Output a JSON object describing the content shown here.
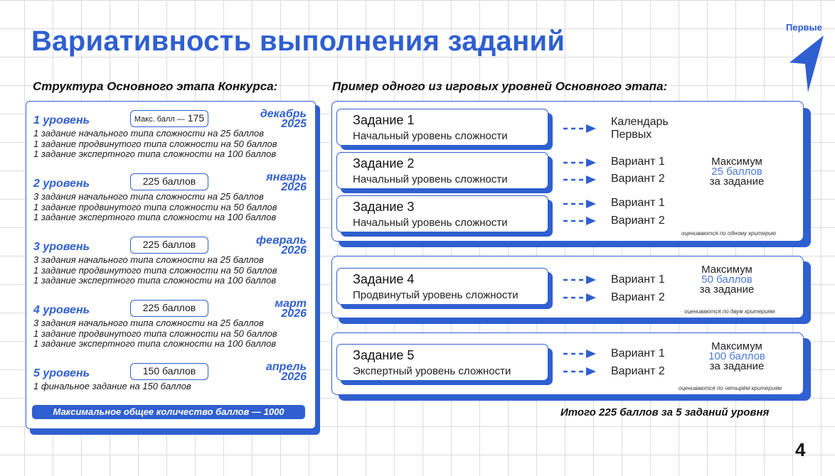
{
  "title": "Вариативность выполнения заданий",
  "logo": {
    "text": "Первые",
    "icon": "arrow-logo-icon"
  },
  "left_heading": "Структура Основного этапа Конкурса:",
  "right_heading": "Пример одного из игровых уровней Основного этапа:",
  "levels": [
    {
      "name": "1 уровень",
      "badge_small": "Макс. балл —",
      "badge_big": "175",
      "month": "декабрь",
      "year": "2025",
      "lines": [
        "1 задание начального типа сложности на 25 баллов",
        "1 задание продвинутого типа сложности на 50 баллов",
        "1 задание экспертного типа сложности на 100 баллов"
      ]
    },
    {
      "name": "2 уровень",
      "badge": "225 баллов",
      "month": "январь",
      "year": "2026",
      "lines": [
        "3 задания начального типа сложности на 25 баллов",
        "1 задание продвинутого типа сложности на 50 баллов",
        "1 задание экспертного типа сложности на 100 баллов"
      ]
    },
    {
      "name": "3 уровень",
      "badge": "225 баллов",
      "month": "февраль",
      "year": "2026",
      "lines": [
        "3 задания начального типа сложности на 25 баллов",
        "1 задание продвинутого типа сложности на 50 баллов",
        "1 задание экспертного типа сложности на 100 баллов"
      ]
    },
    {
      "name": "4 уровень",
      "badge": "225 баллов",
      "month": "март",
      "year": "2026",
      "lines": [
        "3 задания начального типа сложности на 25 баллов",
        "1 задание продвинутого типа сложности на 50 баллов",
        "1 задание экспертного типа сложности на 100 баллов"
      ]
    },
    {
      "name": "5 уровень",
      "badge": "150 баллов",
      "month": "апрель",
      "year": "2026",
      "lines": [
        "1 финальное задание на 150 баллов"
      ]
    }
  ],
  "total": "Максимальное общее количество баллов — 1000",
  "tasks": [
    {
      "title": "Задание 1",
      "sub": "Начальный уровень сложности",
      "targets": [
        "Календарь",
        "Первых"
      ]
    },
    {
      "title": "Задание 2",
      "sub": "Начальный уровень сложности",
      "variants": [
        "Вариант 1",
        "Вариант 2"
      ]
    },
    {
      "title": "Задание 3",
      "sub": "Начальный уровень сложности",
      "variants": [
        "Вариант 1",
        "Вариант 2"
      ]
    },
    {
      "title": "Задание 4",
      "sub": "Продвинутый уровень сложности",
      "variants": [
        "Вариант 1",
        "Вариант 2"
      ]
    },
    {
      "title": "Задание 5",
      "sub": "Экспертный уровень сложности",
      "variants": [
        "Вариант 1",
        "Вариант 2"
      ]
    }
  ],
  "max_blocks": [
    {
      "top": "Максимум",
      "value": "25 баллов",
      "bottom": "за задание"
    },
    {
      "top": "Максимум",
      "value": "50 баллов",
      "bottom": "за задание"
    },
    {
      "top": "Максимум",
      "value": "100 баллов",
      "bottom": "за задание"
    }
  ],
  "notes": [
    "оцениваются по одному критерию",
    "оцениваются по двум критериям",
    "оцениваются по четырём критериям"
  ],
  "summary": "Итого 225 баллов за 5 заданий уровня",
  "page_number": "4",
  "colors": {
    "accent": "#2f5fd0",
    "highlight": "#4a78d8"
  }
}
